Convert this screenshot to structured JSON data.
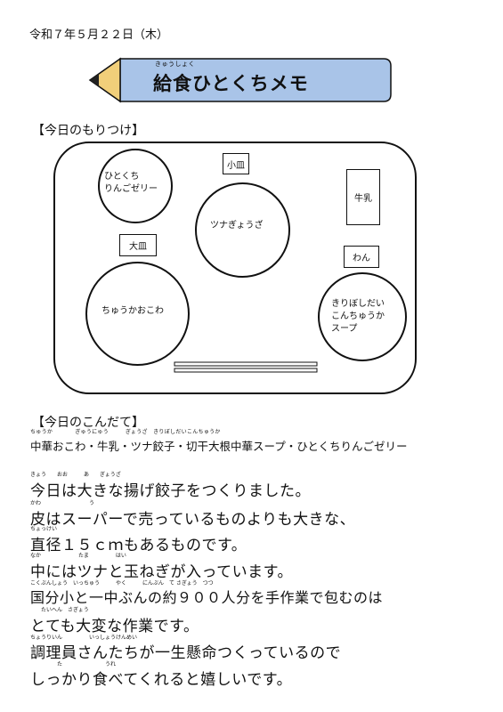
{
  "header": {
    "date": "令和７年５月２２日（木）",
    "title": "給食ひとくちメモ",
    "title_ruby": "きゅうしょく"
  },
  "tray_section": {
    "heading": "【今日のもりつけ】",
    "plates": {
      "small_top_left": [
        "ひとくち",
        "りんごゼリー"
      ],
      "small_plate_label": "小皿",
      "small_plate_food": "ツナぎょうざ",
      "milk_label": "牛乳",
      "large_plate_label": "大皿",
      "large_plate_food": "ちゅうかおこわ",
      "bowl_label": "わん",
      "bowl_food": [
        "きりぼしだい",
        "こんちゅうか",
        "スープ"
      ]
    }
  },
  "menu_section": {
    "heading": "【今日のこんだて】",
    "menu_text": "中華おこわ・牛乳・ツナ餃子・切干大根中華スープ・ひとくちりんごゼリー",
    "menu_ruby": "ちゅうか　　　　ぎゅうにゅう　　　ぎょうざ　きりぼしだいこんちゅうか"
  },
  "body": {
    "lines": [
      "今日は大きな揚げ餃子をつくりました。",
      "皮はスーパーで売っているものよりも大きな、",
      "直径１５ｃｍもあるものです。",
      "中にはツナと玉ねぎが入っています。",
      "国分小と一中ぶんの約９００人分を手作業で包むのは",
      "とても大変な作業です。",
      "調理員さんたちが一生懸命つくっているので",
      "しっかり食べてくれると嬉しいです。"
    ],
    "ruby": [
      "きょう　　おお　　　あ　　ぎょうざ",
      "かわ　　　　　　　　　う",
      "ちょっけい",
      "なか　　　　　　　たま　　　　　はい",
      "こくぶんしょう　いっちゅう　　　やく　　　にんぶん　て さぎょう　つつ",
      "　　たいへん　さぎょう",
      "ちょうりいん　　　　　いっしょうけんめい",
      "　　　　　た　　　　　　　　うれ"
    ]
  },
  "colors": {
    "banner_blue": "#a9c4e8",
    "pencil_tip": "#f1cf7a"
  }
}
